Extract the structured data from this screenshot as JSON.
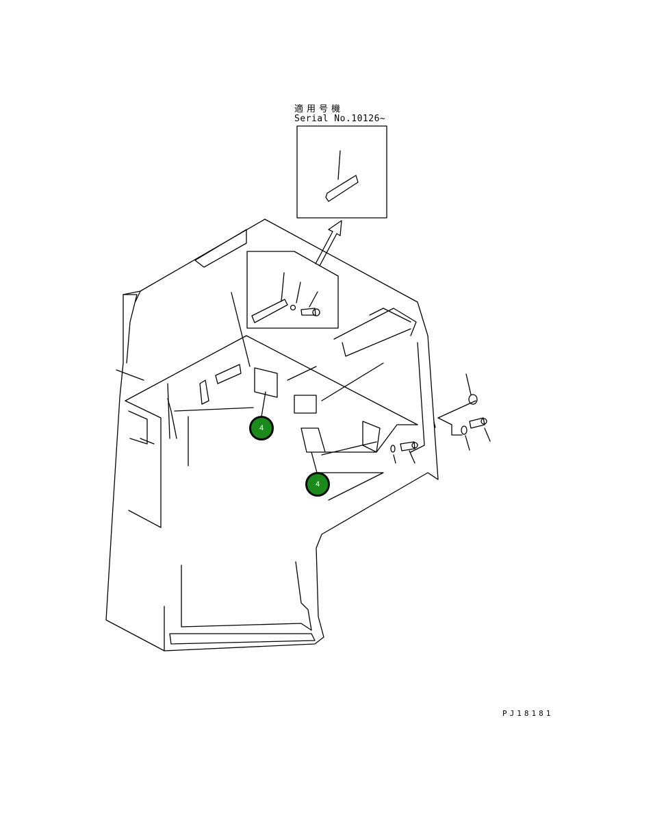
{
  "header": {
    "applicable_label": "適用号機",
    "serial_label": "Serial No.10126~"
  },
  "callouts": [
    {
      "number": "4",
      "color": "#1b8a1b"
    },
    {
      "number": "4",
      "color": "#1b8a1b"
    }
  ],
  "footer": {
    "drawing_code": "PJ18181"
  }
}
